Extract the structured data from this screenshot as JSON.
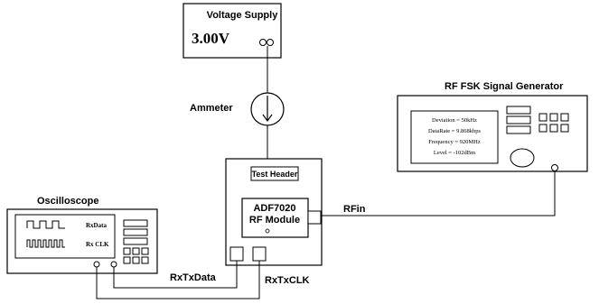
{
  "voltage_supply": {
    "title": "Voltage Supply",
    "reading": "3.00V"
  },
  "ammeter": {
    "label": "Ammeter"
  },
  "test_header": {
    "title": "Test Header",
    "module_line1": "ADF7020",
    "module_line2": "RF Module"
  },
  "signal_generator": {
    "title": "RF FSK Signal Generator",
    "display_lines": [
      "Deviation = 50kHz",
      "DataRate = 9.868kbps",
      "Frequency = 920MHz",
      "Level = -102dBm"
    ]
  },
  "oscilloscope": {
    "title": "Oscilloscope",
    "trace1_label": "RxData",
    "trace2_label": "Rx CLK"
  },
  "connections": {
    "rfin_label": "RFin",
    "rxtxdata_label": "RxTxData",
    "rxtxclk_label": "RxTxCLK"
  }
}
